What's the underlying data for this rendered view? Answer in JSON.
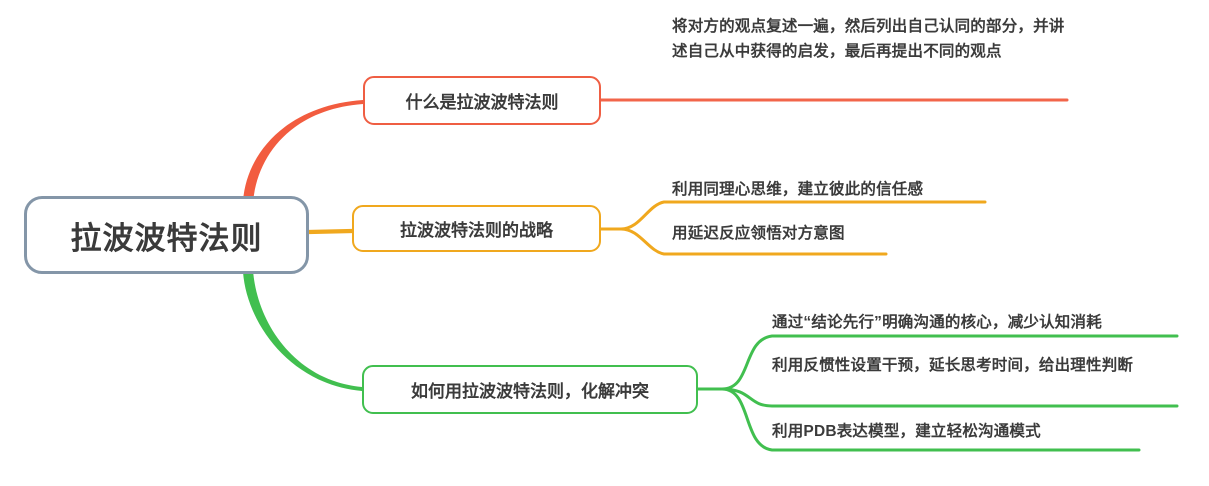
{
  "diagram": {
    "type": "mind-map",
    "root": {
      "label": "拉波波特法则",
      "border_color": "#8496a8"
    },
    "branches": [
      {
        "label": "什么是拉波波特法则",
        "color": "#ef5e43",
        "leaves": [
          {
            "text": "将对方的观点复述一遍，然后列出自己认同的部分，并讲述自己从中获得的启发，最后再提出不同的观点"
          }
        ]
      },
      {
        "label": "拉波波特法则的战略",
        "color": "#f0a81e",
        "leaves": [
          {
            "text": "利用同理心思维，建立彼此的信任感"
          },
          {
            "text": "用延迟反应领悟对方意图"
          }
        ]
      },
      {
        "label": "如何用拉波波特法则，化解冲突",
        "color": "#41bf4f",
        "leaves": [
          {
            "text": "通过“结论先行”明确沟通的核心，减少认知消耗"
          },
          {
            "text": "利用反惯性设置干预，延长思考时间，给出理性判断"
          },
          {
            "text": "利用PDB表达模型，建立轻松沟通模式"
          }
        ]
      }
    ],
    "colors": {
      "background": "#ffffff",
      "text": "#3b3b3b",
      "root_border": "#8496a8",
      "red": "#ef5e43",
      "orange": "#f0a81e",
      "green": "#41bf4f"
    }
  }
}
